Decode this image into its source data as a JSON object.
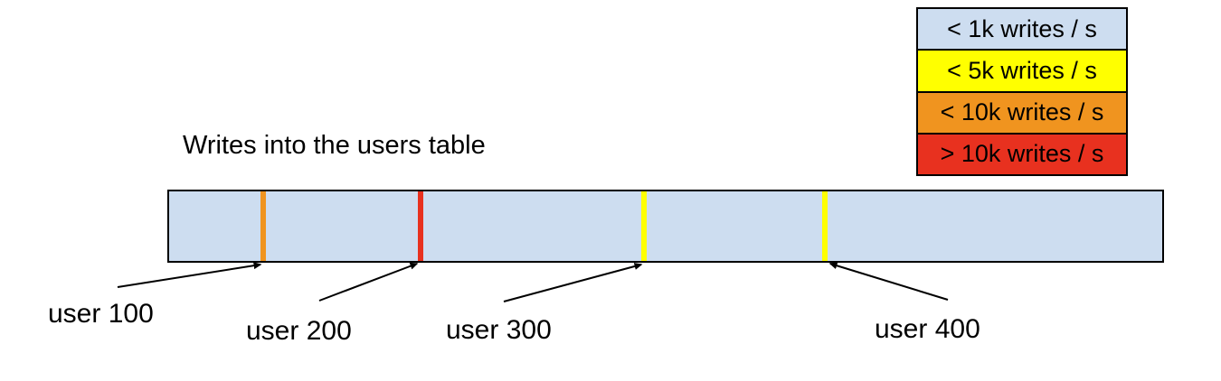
{
  "title": "Writes into the users table",
  "legend": {
    "items": [
      {
        "label": "< 1k writes / s",
        "color": "#cdddf0"
      },
      {
        "label": "< 5k writes / s",
        "color": "#ffff00"
      },
      {
        "label": "< 10k writes / s",
        "color": "#f0941f"
      },
      {
        "label": "> 10k writes / s",
        "color": "#e8311f"
      }
    ]
  },
  "bar": {
    "fill_color": "#cdddf0",
    "border_color": "#000000"
  },
  "hotspots": [
    {
      "label": "user 100",
      "stripe_color": "#f0941f",
      "rate_category": "< 10k writes / s",
      "position_pct": 9.2
    },
    {
      "label": "user 200",
      "stripe_color": "#e8311f",
      "rate_category": "> 10k writes / s",
      "position_pct": 25.0
    },
    {
      "label": "user 300",
      "stripe_color": "#ffff00",
      "rate_category": "< 5k writes / s",
      "position_pct": 47.5
    },
    {
      "label": "user 400",
      "stripe_color": "#ffff00",
      "rate_category": "< 5k writes / s",
      "position_pct": 65.8
    }
  ]
}
